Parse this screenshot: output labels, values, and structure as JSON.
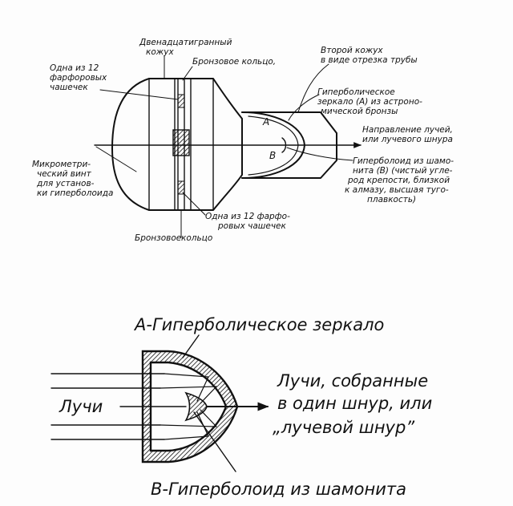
{
  "top": {
    "labels": {
      "dodeca": [
        "Двенадцатигранный",
        "кожух"
      ],
      "bronze_ring_top": [
        "Бронзовое кольцо,"
      ],
      "second_casing": [
        "Второй кожух",
        "в виде отрезка трубы"
      ],
      "porcelain_cups_left": [
        "Одна из 12",
        "фарфоровых",
        "чашечек"
      ],
      "mirror": [
        "Гиперболическое",
        "зеркало (А) из астроно-",
        "мической бронзы"
      ],
      "ray_direction": [
        "Направление лучей,",
        "или лучевого шнура"
      ],
      "micrometer": [
        "Микрометри-",
        "ческий винт",
        "для установ-",
        "ки гиперболоида"
      ],
      "hyperboloid": [
        "Гиперболоид из шамо-",
        "нита (В) (чистый угле-",
        "род крепости, близкой",
        "к алмазу, высшая туго-",
        "плавкость)"
      ],
      "porcelain_cups_bottom": [
        "Одна из 12 фарфо-",
        "ровых чашечек"
      ],
      "bronze_ring_bottom": [
        "Бронзовое",
        "кольцо"
      ],
      "letter_a": "А",
      "letter_b": "В"
    }
  },
  "bottom": {
    "title_a": "А-Гиперболическое зеркало",
    "rays": "Лучи",
    "collected": [
      "Лучи, собранные",
      "в один шнур, или",
      "„лучевой шнур”"
    ],
    "title_b": "В-Гиперболоид из шамонита"
  }
}
